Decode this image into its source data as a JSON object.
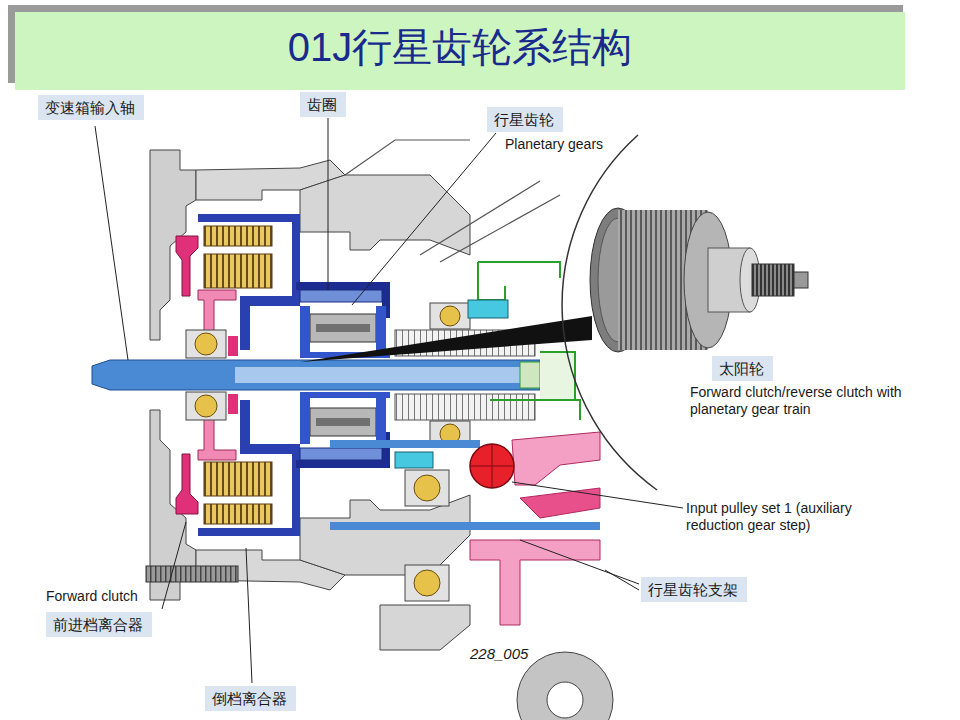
{
  "diagram": {
    "title": "01J行星齿轮系结构",
    "nodes": [
      {
        "text": [
          "变速箱输入轴"
        ]
      },
      {
        "text": [
          "齿圈"
        ]
      },
      {
        "text": [
          "行星齿轮"
        ]
      },
      {
        "text": [
          "太阳轮"
        ]
      },
      {
        "text": [
          "行星齿轮支架"
        ]
      },
      {
        "text": [
          "前进档离合器"
        ]
      },
      {
        "text": [
          "倒档离合器"
        ]
      }
    ],
    "labels": [
      "Planetary gears",
      "Forward clutch/reverse clutch with planetary gear train",
      "Input pulley set 1 (auxiliary reduction gear step)",
      "Forward clutch",
      "228_005"
    ]
  }
}
